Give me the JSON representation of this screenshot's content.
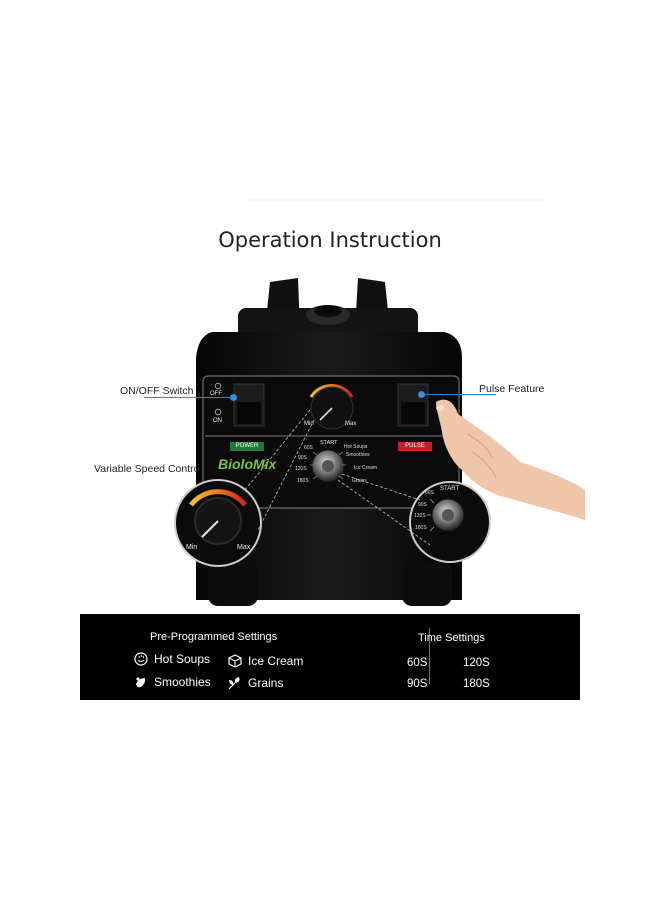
{
  "title": "Operation Instruction",
  "callouts": {
    "on_off": "ON/OFF Switch",
    "variable_speed": "Variable Speed Contro",
    "pulse": "Pulse Feature"
  },
  "control_panel": {
    "off_label": "OFF",
    "on_label": "ON",
    "power_badge": "POWER",
    "pulse_badge": "PULSE",
    "brand": "BioloMix",
    "speed_min": "Min",
    "speed_max": "Max",
    "start_label": "START",
    "dial_times": [
      "60S",
      "90S",
      "120S",
      "180S"
    ],
    "dial_programs": [
      "Hot Soups",
      "Smoothies",
      "Ice Cream",
      "Grains"
    ]
  },
  "zoom_left": {
    "min": "Min",
    "max": "Max"
  },
  "zoom_right": {
    "start": "START",
    "times": [
      "60S",
      "90S",
      "120S",
      "180S"
    ]
  },
  "info_panel": {
    "programs_heading": "Pre-Programmed Settings",
    "programs": [
      {
        "label": "Hot Soups",
        "icon": "hot-soups-icon"
      },
      {
        "label": "Ice Cream",
        "icon": "ice-cream-icon"
      },
      {
        "label": "Smoothies",
        "icon": "smoothies-icon"
      },
      {
        "label": "Grains",
        "icon": "grains-icon"
      }
    ],
    "time_heading": "Time Settings",
    "times": [
      "60S",
      "120S",
      "90S",
      "180S"
    ]
  },
  "colors": {
    "leader": "#2f87c9",
    "power_badge": "#1f7a3a",
    "pulse_badge": "#c8202a",
    "brand": "#7dc142",
    "panel_bg": "#000000"
  }
}
